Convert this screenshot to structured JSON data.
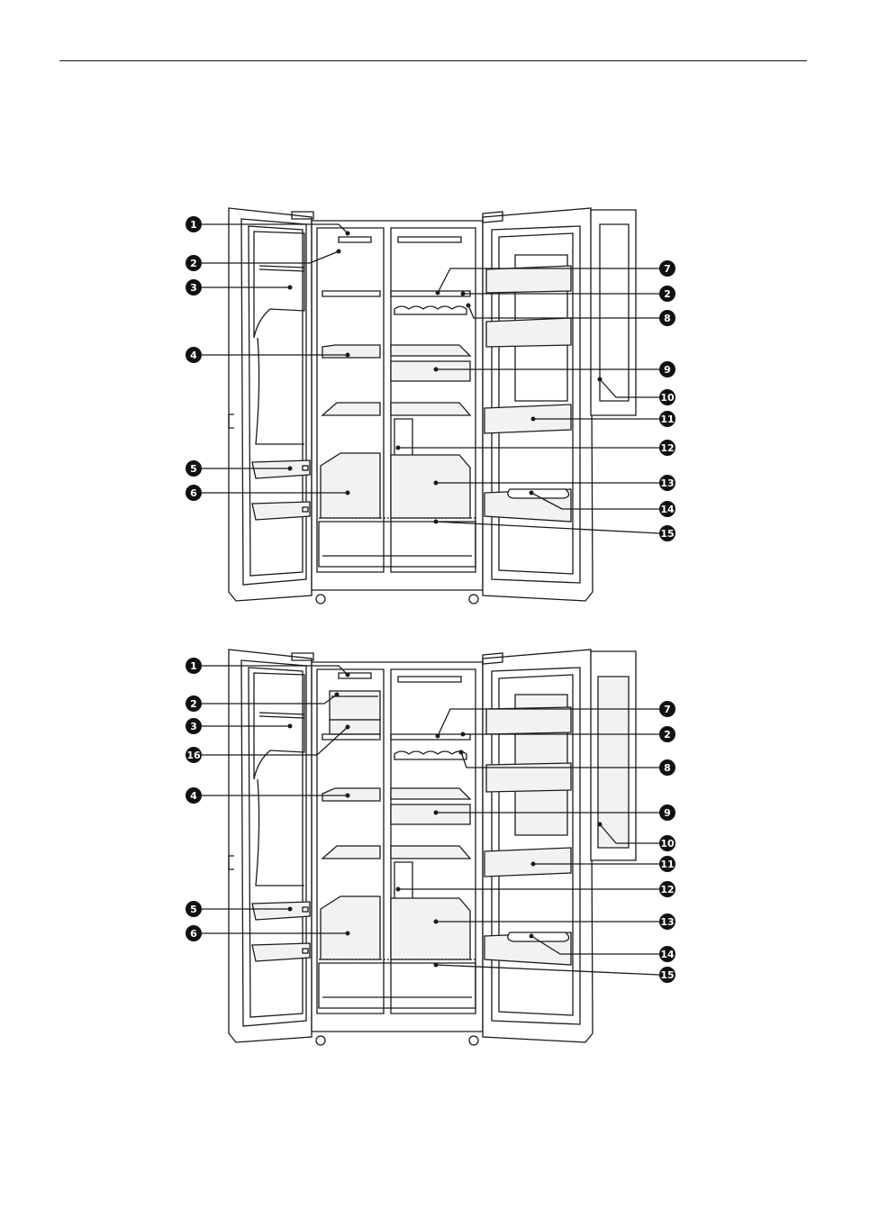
{
  "diagrams": [
    {
      "variant": "top",
      "callouts": [
        "1",
        "2",
        "3",
        "4",
        "5",
        "6",
        "7",
        "2",
        "8",
        "9",
        "10",
        "11",
        "12",
        "13",
        "14",
        "15"
      ]
    },
    {
      "variant": "bottom",
      "callouts": [
        "1",
        "2",
        "3",
        "16",
        "4",
        "5",
        "6",
        "7",
        "2",
        "8",
        "9",
        "10",
        "11",
        "12",
        "13",
        "14",
        "15"
      ]
    }
  ],
  "colors": {
    "line": "#1a1a1a",
    "callout_fill": "#111111",
    "shelf_fill": "#f2f2f2",
    "callout_text": "#ffffff"
  }
}
